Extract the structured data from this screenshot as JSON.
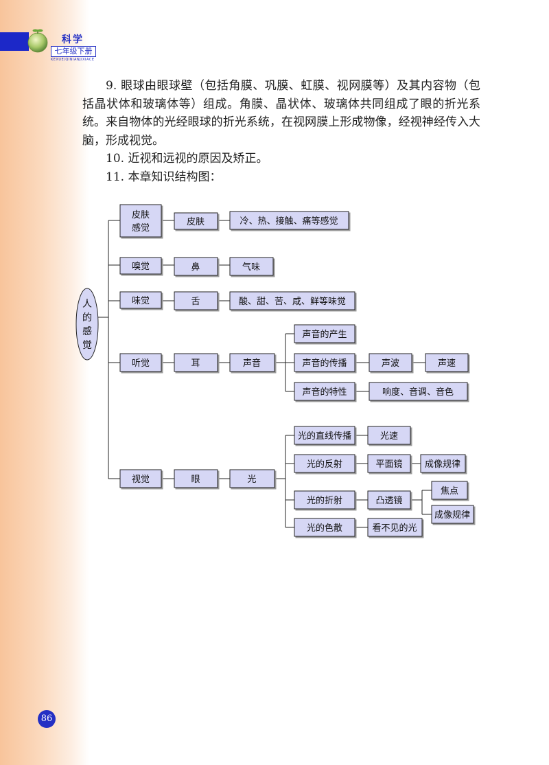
{
  "header": {
    "book_title": "科学",
    "grade": "七年级下册",
    "pinyin": "KEXUE/QINIANJIXIACE",
    "accent_color": "#2430c4"
  },
  "body": {
    "paragraphs": [
      "9. 眼球由眼球壁（包括角膜、巩膜、虹膜、视网膜等）及其内容物（包括晶状体和玻璃体等）组成。角膜、晶状体、玻璃体共同组成了眼的折光系统。来自物体的光经眼球的折光系统，在视网膜上形成物像，经视神经传入大脑，形成视觉。",
      "10. 近视和远视的原因及矫正。",
      "11. 本章知识结构图："
    ]
  },
  "diagram": {
    "root": "人的感觉",
    "nodes": {
      "pifu_ganjue": "皮肤感觉",
      "pifu": "皮肤",
      "pifu_detail": "冷、热、接触、痛等感觉",
      "xiujue": "嗅觉",
      "bi": "鼻",
      "qiwei": "气味",
      "weijue": "味觉",
      "she": "舌",
      "wei_detail": "酸、甜、苦、咸、鲜等味觉",
      "tingjue": "听觉",
      "er": "耳",
      "shengyin": "声音",
      "sy_chansheng": "声音的产生",
      "sy_chuanbo": "声音的传播",
      "sy_texing": "声音的特性",
      "shengbo": "声波",
      "shengsu": "声速",
      "texing_detail": "响度、音调、音色",
      "shijue": "视觉",
      "yan": "眼",
      "guang": "光",
      "g_zhixian": "光的直线传播",
      "g_guangsu": "光速",
      "g_fanshe": "光的反射",
      "g_pingmianjing": "平面镜",
      "g_guilv1": "成像规律",
      "g_zheshe": "光的折射",
      "g_tujing": "凸透镜",
      "g_jiaodian": "焦点",
      "g_guilv2": "成像规律",
      "g_sesan": "光的色散",
      "g_kanbujian": "看不见的光"
    }
  },
  "page_number": "86"
}
